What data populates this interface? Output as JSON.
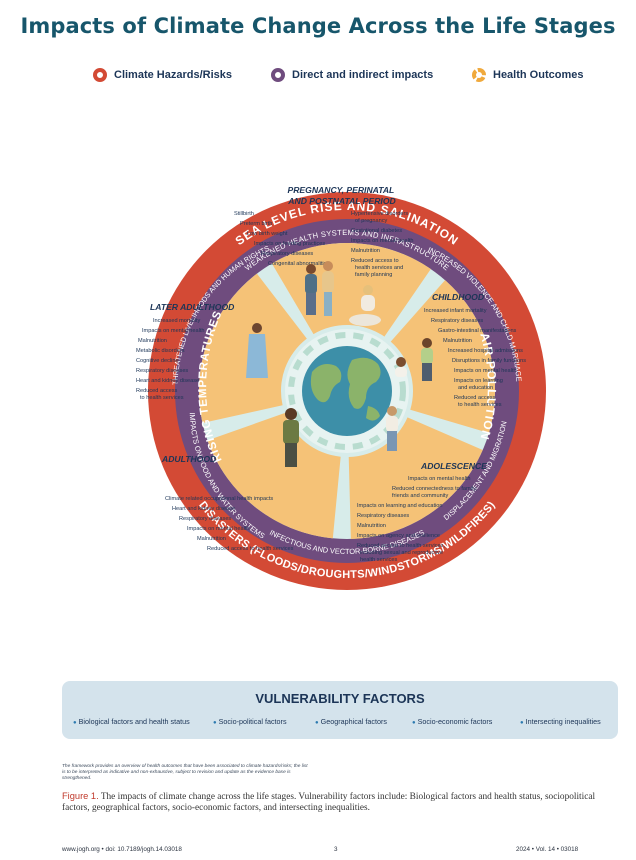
{
  "title": "Impacts of Climate Change Across the Life Stages",
  "legend": {
    "hazards": "Climate Hazards/Risks",
    "impacts": "Direct and indirect impacts",
    "outcomes": "Health Outcomes"
  },
  "colors": {
    "hazard_ring": "#d34a35",
    "impact_ring": "#6f4c7e",
    "outcome_fill": "#f5c277",
    "separator": "#d7ecea",
    "title": "#17566b"
  },
  "hazards": {
    "top": "SEA LEVEL RISE AND SALINATION",
    "left": "RISING TEMPERATURES",
    "right": "AIR POLLUTION",
    "bottom": "DISASTERS (FLOODS/DROUGHTS/WINDSTORMS/WILDFIRES)"
  },
  "impacts": {
    "top": "WEAKENED HEALTH SYSTEMS AND INFRASTRUCTURE",
    "upper_left": "THREATENED LIVELIHOODS AND HUMAN RIGHTS",
    "upper_right": "INCREASED VIOLENCE AND CHILD MARRIAGE",
    "lower_left": "IMPACTS ON FOOD AND WATER SYSTEMS",
    "lower_right": "DISPLACEMENT AND MIGRATION",
    "bottom": "INFECTIOUS AND VECTOR-BORNE DISEASES"
  },
  "stages": [
    {
      "title_lines": [
        "PREGNANCY, PERINATAL",
        "AND POSTNATAL PERIOD"
      ],
      "left_items": [
        "Stillbirth",
        "Preterm birth",
        "Low birth weight",
        "Impacts on feeding practices",
        "Respiratory diseases",
        "Congenital abnormalities"
      ],
      "right_items": [
        "Hypertensive disorders",
        "of pregnancy",
        "Gestational diabetes",
        "Impacts on mental health",
        "Malnutrition",
        "Reduced access to",
        "health services and",
        "family planning"
      ]
    },
    {
      "title_lines": [
        "CHILDHOOD"
      ],
      "items": [
        "Increased infant mortality",
        "Respiratory diseases",
        "Gastro-intestinal manifestations",
        "Malnutrition",
        "Increased hospital admissions",
        "Disruptions in family functions",
        "Impacts on mental health",
        "Impacts on learning",
        "and education",
        "Reduced access",
        "to health services"
      ]
    },
    {
      "title_lines": [
        "ADOLESCENCE"
      ],
      "items": [
        "Impacts on mental health",
        "Reduced connectedness to family,",
        "friends and community",
        "Impacts on learning and education",
        "Respiratory diseases",
        "Malnutrition",
        "Impacts on agency and resilience",
        "Reduced access to health services,",
        "including sexual and reproductive",
        "health services"
      ]
    },
    {
      "title_lines": [
        "ADULTHOOD"
      ],
      "items": [
        "Climate related occupational health impacts",
        "Heart and kidney disease",
        "Respiratory diseases",
        "Impacts on mental health",
        "Malnutrition",
        "Reduced access to health services"
      ]
    },
    {
      "title_lines": [
        "LATER ADULTHOOD"
      ],
      "items": [
        "Increased mortality",
        "Impacts on mental health",
        "Malnutrition",
        "Metabolic disorders",
        "Cognitive decline",
        "Respiratory diseases",
        "Heart and kidney disease",
        "Reduced access",
        "to health services"
      ]
    }
  ],
  "vulnerability": {
    "title": "VULNERABILITY FACTORS",
    "items": [
      "Biological factors and health status",
      "Socio-political factors",
      "Geographical factors",
      "Socio-economic factors",
      "Intersecting inequalities"
    ]
  },
  "note": "The framework provides an overview of health outcomes that have been associated to climate hazards/risks; the list is to be interpreted as indicative and non-exhaustive, subject to revision and update as the evidence base is strengthened.",
  "caption": {
    "label": "Figure 1.",
    "text": "The impacts of climate change across the life stages. Vulnerability factors include: Biological factors and health status, sociopolitical factors, geographical factors, socio-economic factors, and intersecting inequalities."
  },
  "footer": {
    "left": "www.jogh.org • doi: 10.7189/jogh.14.03018",
    "center": "3",
    "right": "2024 • Vol. 14 • 03018"
  }
}
